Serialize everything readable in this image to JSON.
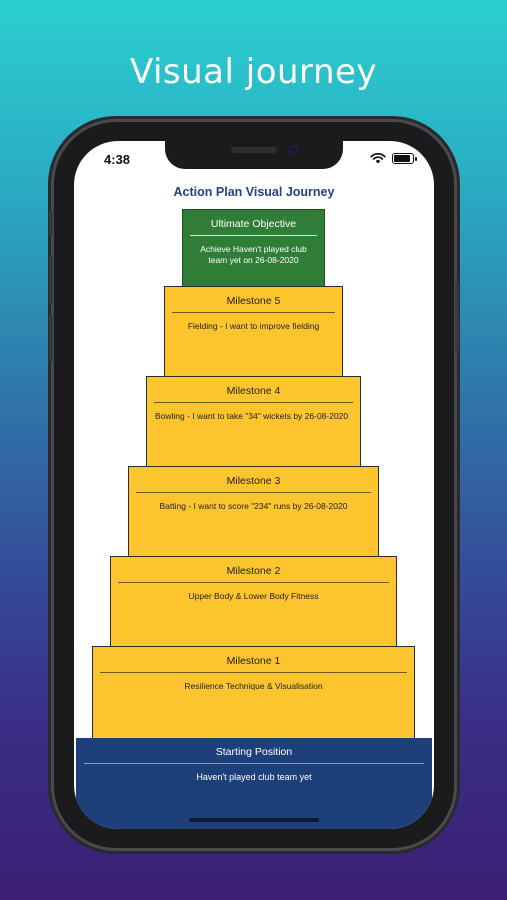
{
  "headline": "Visual journey",
  "status": {
    "time": "4:38",
    "wifi_icon": "wifi-icon",
    "battery_icon": "battery-icon"
  },
  "plan": {
    "title": "Action Plan Visual Journey",
    "ultimate": {
      "label": "Ultimate Objective",
      "desc": "Achieve Haven't played club team yet on 26-08-2020"
    },
    "milestones": [
      {
        "label": "Milestone 5",
        "desc": "Fielding - I want to improve fielding"
      },
      {
        "label": "Milestone 4",
        "desc": "Bowling - I want to take \"34\" wickets by 26-08-2020"
      },
      {
        "label": "Milestone 3",
        "desc": "Batting - I want to score \"234\" runs by 26-08-2020"
      },
      {
        "label": "Milestone 2",
        "desc": "Upper Body & Lower Body Fitness"
      },
      {
        "label": "Milestone 1",
        "desc": "Resilience Technique & Visualisation"
      }
    ],
    "starting": {
      "label": "Starting Position",
      "desc": "Haven't played club team yet"
    }
  },
  "colors": {
    "milestone": "#fcc52d",
    "objective": "#2f7d37",
    "starting": "#1d3f7a",
    "title": "#253f84"
  }
}
